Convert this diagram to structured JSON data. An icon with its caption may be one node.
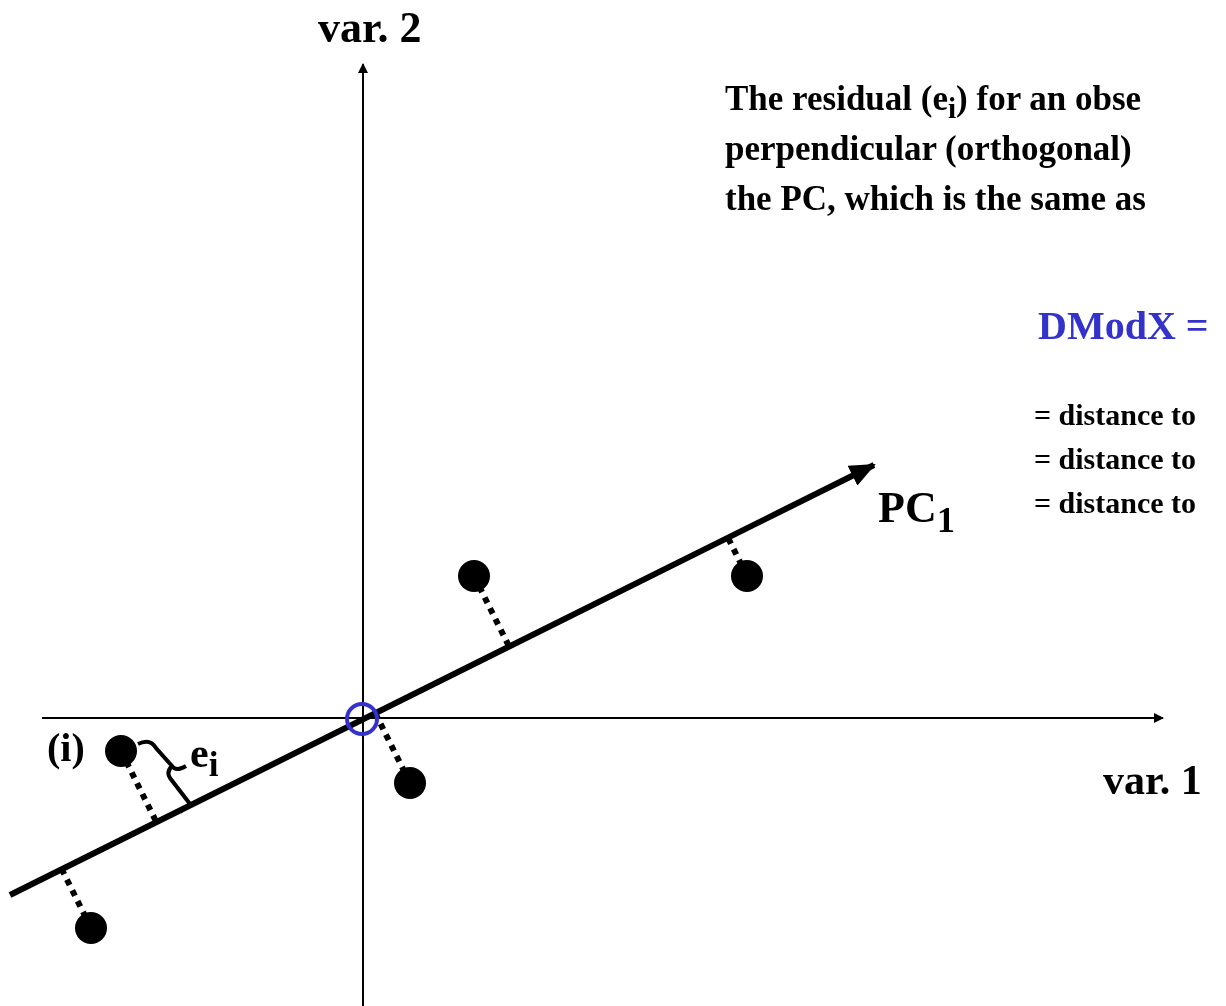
{
  "diagram": {
    "labels": [
      "var. 2",
      "The residual (e$_{i}$) for an obse",
      "perpendicular (orthogonal)",
      "the PC, which is the same as",
      "DModX =",
      "= distance to",
      "= distance to",
      "= distance to",
      "PC$_{1}$",
      "(i)",
      "e$_{i}$",
      "var. 1"
    ]
  }
}
